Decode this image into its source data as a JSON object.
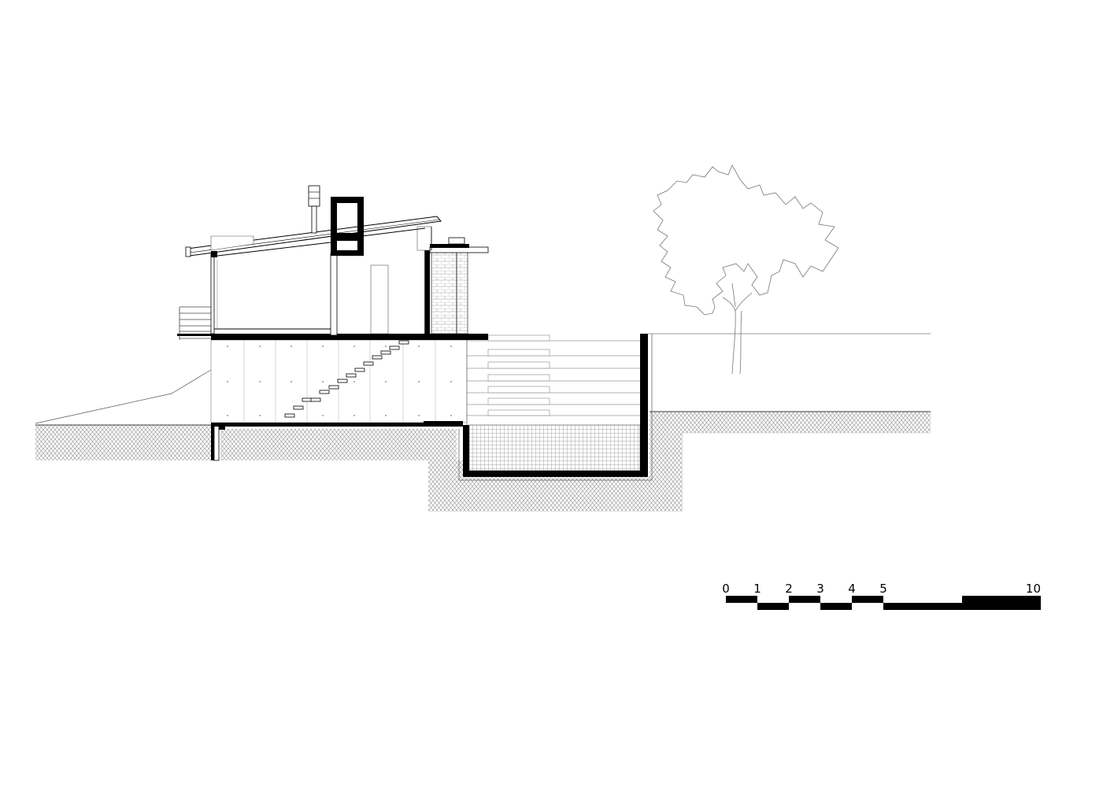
{
  "drawing": {
    "type": "architectural-section",
    "elements": [
      "house",
      "chimney",
      "roof",
      "deck-railing",
      "stair",
      "pool",
      "tree",
      "ground",
      "scale-bar"
    ]
  },
  "scale_bar": {
    "labels": [
      "0",
      "1",
      "2",
      "3",
      "4",
      "5",
      "10"
    ],
    "values": [
      0,
      1,
      2,
      3,
      4,
      5,
      10
    ]
  },
  "colors": {
    "line": "#000000",
    "thin_line": "#555555",
    "hatch": "#8a8a8a",
    "background": "#ffffff"
  }
}
